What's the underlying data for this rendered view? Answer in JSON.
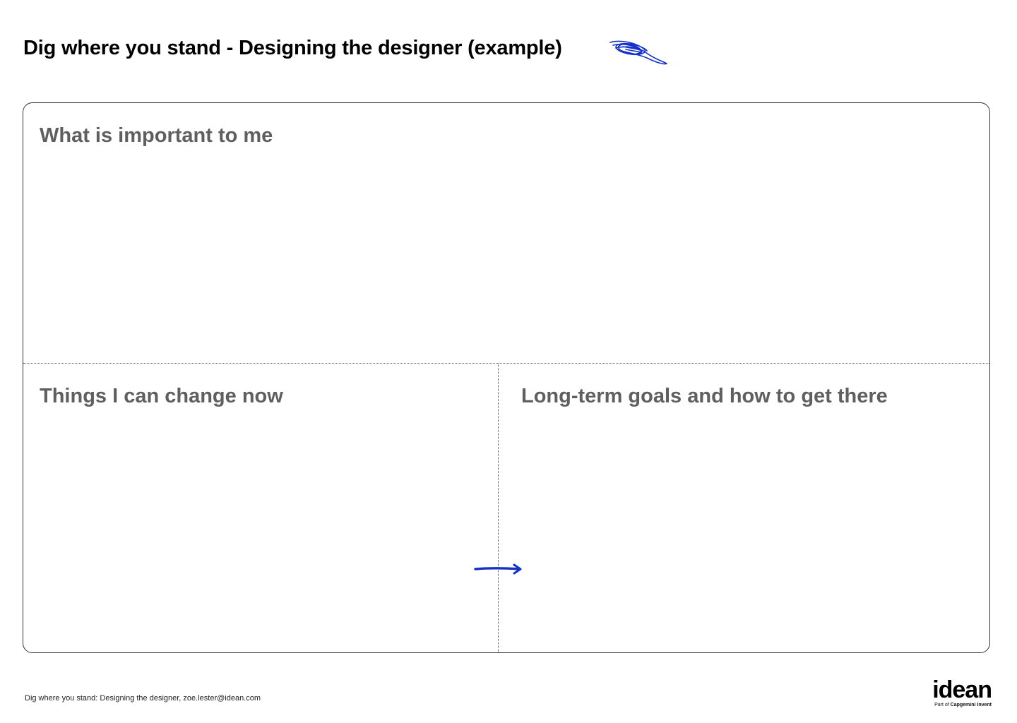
{
  "title": "Dig where you stand - Designing the designer (example)",
  "board": {
    "sections": [
      {
        "heading": "What is important to me"
      },
      {
        "heading": "Things I can change now"
      },
      {
        "heading": "Long-term goals and how to get there"
      }
    ]
  },
  "footer": {
    "note": "Dig where you stand: Designing the designer, zoe.lester@idean.com"
  },
  "logo": {
    "word": "idean",
    "sub_prefix": "Part of",
    "sub_brand": "Capgemini Invent"
  },
  "icons": {
    "scribble": "scribble-icon",
    "arrow": "arrow-right-icon"
  },
  "colors": {
    "ink_blue": "#1432c8",
    "heading_gray": "#5f5f5f",
    "border": "#333333"
  }
}
